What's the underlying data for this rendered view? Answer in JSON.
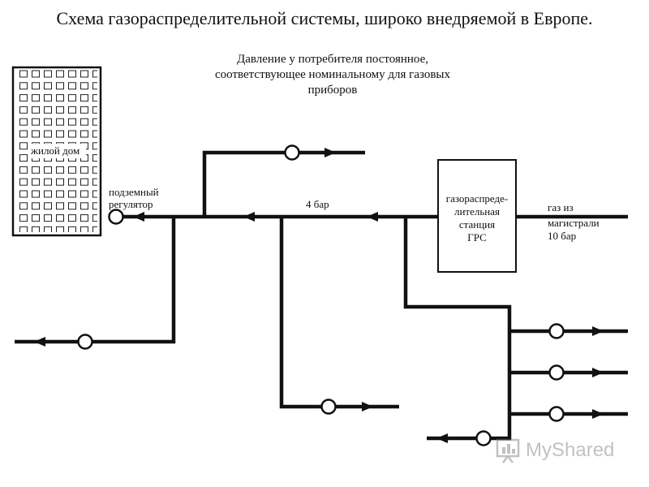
{
  "title": "Схема газораспределительной системы, широко внедряемой в Европе.",
  "note": "Давление у потребителя постоянное, соответствующее номинальному для газовых приборов",
  "labels": {
    "house": "жилой дом",
    "regulator_1": "подземный",
    "regulator_2": "регулятор",
    "pressure_4": "4 бар",
    "station_1": "газораспреде-",
    "station_2": "лительная",
    "station_3": "станция",
    "station_4": "ГРС",
    "main_1": "газ из",
    "main_2": "магистрали",
    "main_3": "10 бар"
  },
  "watermark": "MyShared",
  "colors": {
    "line": "#111111",
    "background": "#ffffff"
  }
}
